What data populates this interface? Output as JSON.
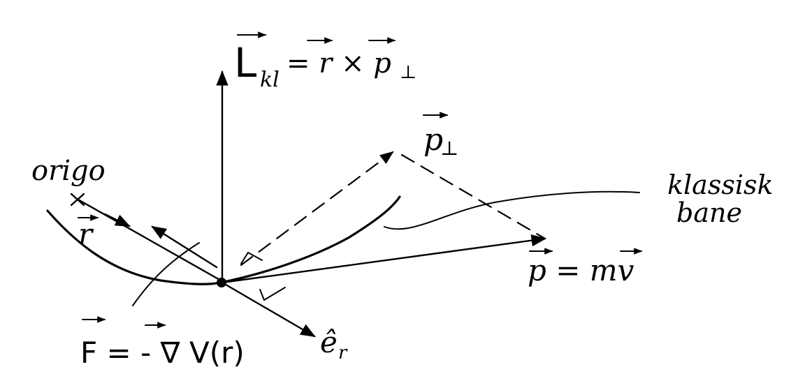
{
  "labels": {
    "angular_momentum": "L",
    "angular_momentum_sub": "kl",
    "angular_momentum_rhs": "= r × p",
    "angular_momentum_rhs_sub": "⊥",
    "p_perp": "p",
    "p_perp_sub": "⊥",
    "origin": "origo",
    "position": "r",
    "trajectory_line1": "klassisk",
    "trajectory_line2": "bane",
    "momentum": "p = mv",
    "force": "F = - ∇ V(r)",
    "radial_unit": "ê",
    "radial_unit_sub": "r"
  },
  "colors": {
    "ink": "#000000",
    "background": "#ffffff"
  }
}
